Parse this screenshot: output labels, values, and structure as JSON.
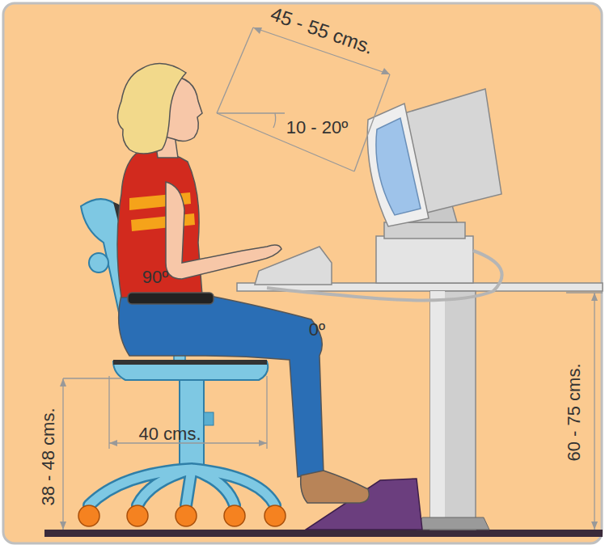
{
  "diagram": {
    "labels": [
      "45 - 55 cms.",
      "10 - 20º",
      "90º",
      "0º",
      "38 - 48 cms.",
      "40 cms.",
      "60 - 75 cms."
    ]
  }
}
